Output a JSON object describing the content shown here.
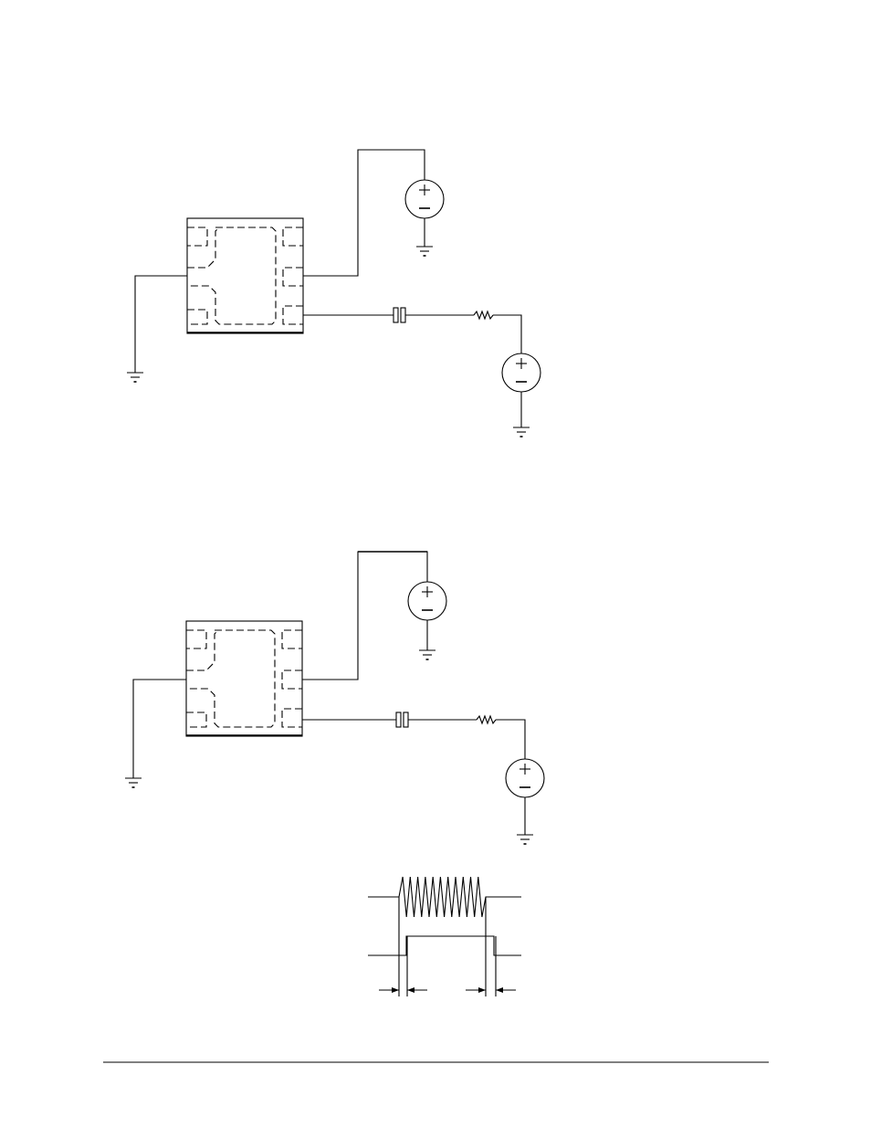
{
  "figures": [
    {
      "id": "circuit-1",
      "components": [
        "ic-package",
        "dc-source",
        "capacitor",
        "resistor",
        "ac-source",
        "ground",
        "ground",
        "ground"
      ]
    },
    {
      "id": "circuit-2",
      "components": [
        "ic-package",
        "dc-source",
        "capacitor",
        "resistor",
        "ac-source",
        "ground",
        "ground",
        "ground"
      ]
    },
    {
      "id": "timing-waveform",
      "components": [
        "rf-burst",
        "gate-pulse",
        "rise-time-marker",
        "fall-time-marker"
      ]
    }
  ],
  "colors": {
    "line": "#000000",
    "background": "#ffffff"
  }
}
